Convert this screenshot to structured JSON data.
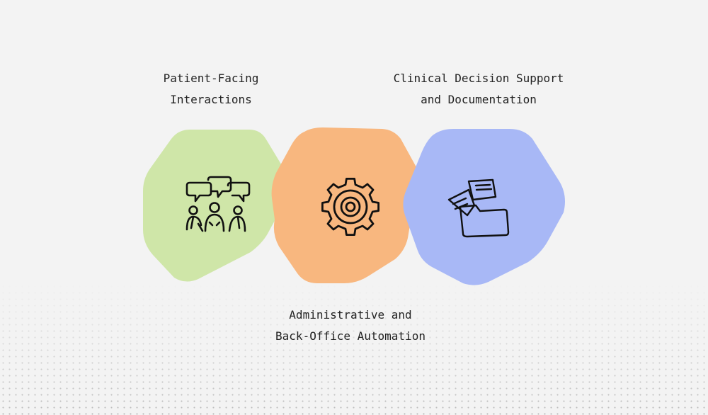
{
  "diagram": {
    "items": [
      {
        "id": "patient-facing",
        "line1": "Patient-Facing",
        "line2": "Interactions",
        "color": "#cfe6a8",
        "icon": "people-chat-icon"
      },
      {
        "id": "admin",
        "line1": "Administrative and",
        "line2": "Back-Office Automation",
        "color": "#f8b77f",
        "icon": "gear-icon"
      },
      {
        "id": "clinical",
        "line1": "Clinical Decision Support",
        "line2": "and Documentation",
        "color": "#a8b8f6",
        "icon": "folder-documents-icon"
      }
    ],
    "background": "#f3f3f3"
  }
}
